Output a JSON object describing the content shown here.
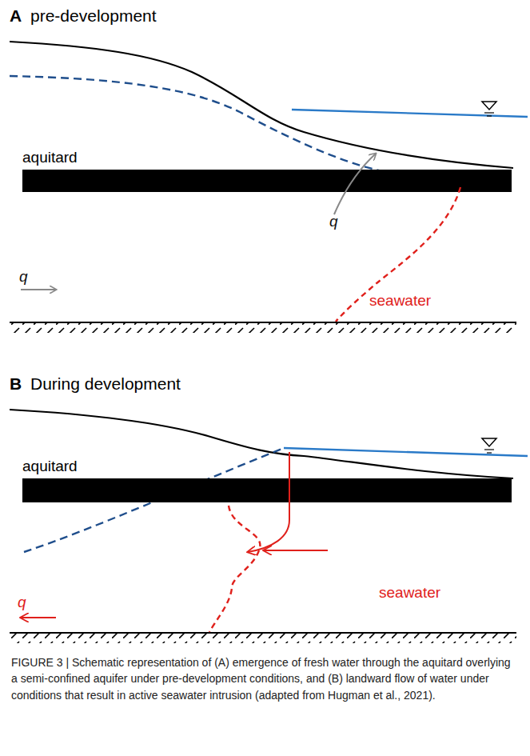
{
  "diagram": {
    "caption": "FIGURE 3 | Schematic representation of (A) emergence of fresh water through the aquitard overlying a semi-confined aquifer under pre-development conditions, and (B) landward flow of water under conditions that result in active seawater intrusion (adapted from Hugman et al., 2021).",
    "labels": [
      "A",
      "pre-development",
      "aquitard",
      "q",
      "q",
      "seawater",
      "B",
      "During development",
      "aquitard",
      "q",
      "seawater"
    ]
  }
}
